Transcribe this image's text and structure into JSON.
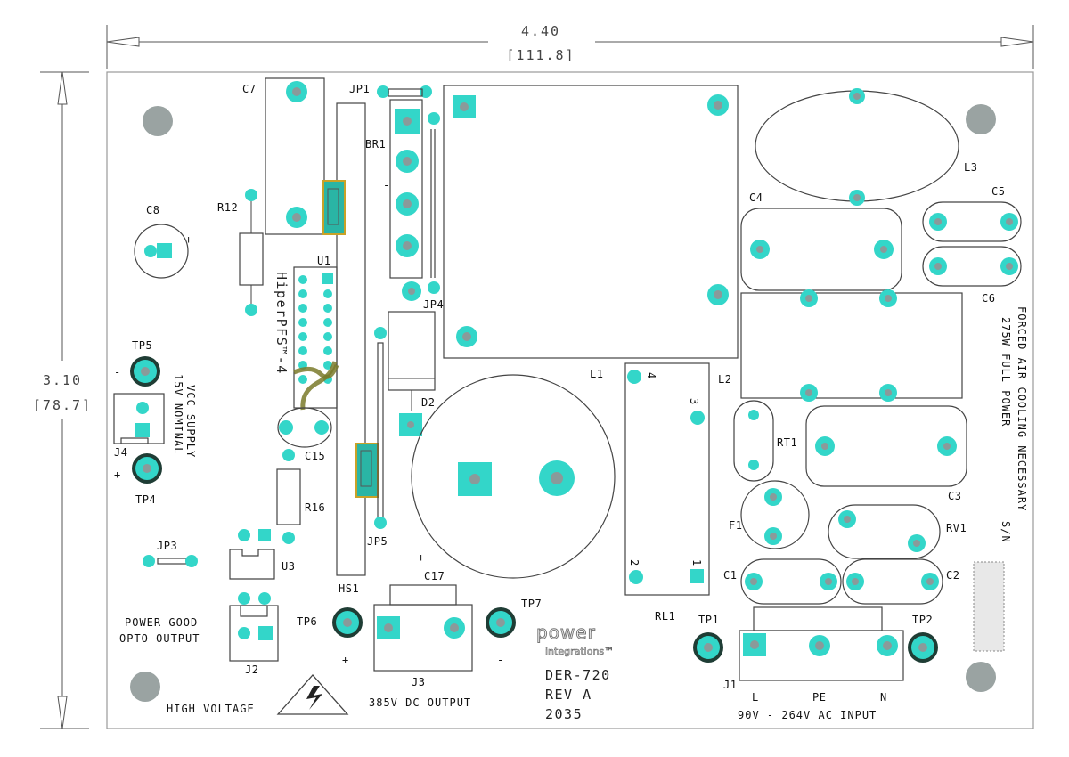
{
  "dimensions": {
    "width_in": "4.40",
    "width_mm": "[111.8]",
    "height_in": "3.10",
    "height_mm": "[78.7]"
  },
  "designators": {
    "c7": "C7",
    "jp1": "JP1",
    "br1": "BR1",
    "c8": "C8",
    "r12": "R12",
    "u1": "U1",
    "hiperpfs": "HiperPFS™-4",
    "jp4": "JP4",
    "d2": "D2",
    "tp5": "TP5",
    "j4": "J4",
    "tp4": "TP4",
    "c15": "C15",
    "r16": "R16",
    "jp3": "JP3",
    "u3": "U3",
    "hs1": "HS1",
    "jp5": "JP5",
    "c17": "C17",
    "tp6": "TP6",
    "j3": "J3",
    "tp7": "TP7",
    "j2": "J2",
    "l1": "L1",
    "l2": "L2",
    "l3": "L3",
    "c4": "C4",
    "c5": "C5",
    "c6": "C6",
    "rt1": "RT1",
    "c3": "C3",
    "f1": "F1",
    "rv1": "RV1",
    "c1": "C1",
    "c2": "C2",
    "rl1": "RL1",
    "tp1": "TP1",
    "tp2": "TP2",
    "j1": "J1",
    "rl1_pin1": "1",
    "rl1_pin2": "2",
    "rl1_pin3": "3",
    "rl1_pin4": "4"
  },
  "notes": {
    "vcc_supply": "VCC SUPPLY",
    "vcc_nominal": "15V NOMINAL",
    "power_good": "POWER GOOD",
    "opto_output": "OPTO OUTPUT",
    "high_voltage": "HIGH VOLTAGE",
    "dc_output": "385V DC OUTPUT",
    "forced_air": "FORCED AIR COOLING NECESSARY",
    "full_power": "275W FULL POWER",
    "sn": "S/N",
    "ac_input": "90V - 264V AC INPUT",
    "j1_l": "L",
    "j1_pe": "PE",
    "j1_n": "N"
  },
  "polarity": {
    "plus": "+",
    "minus": "-"
  },
  "branding": {
    "logo_top": "power",
    "logo_bottom": "integrations™",
    "board_id": "DER-720",
    "revision": "REV A",
    "date_code": "2035"
  },
  "colors": {
    "pad": "#33d6c9",
    "hole": "#8a9a9a",
    "mounting_hole": "#9aa3a2",
    "jumper_fill": "#2ab5a5",
    "jumper_outline": "#c9a227",
    "trace": "#7a7a2a"
  }
}
